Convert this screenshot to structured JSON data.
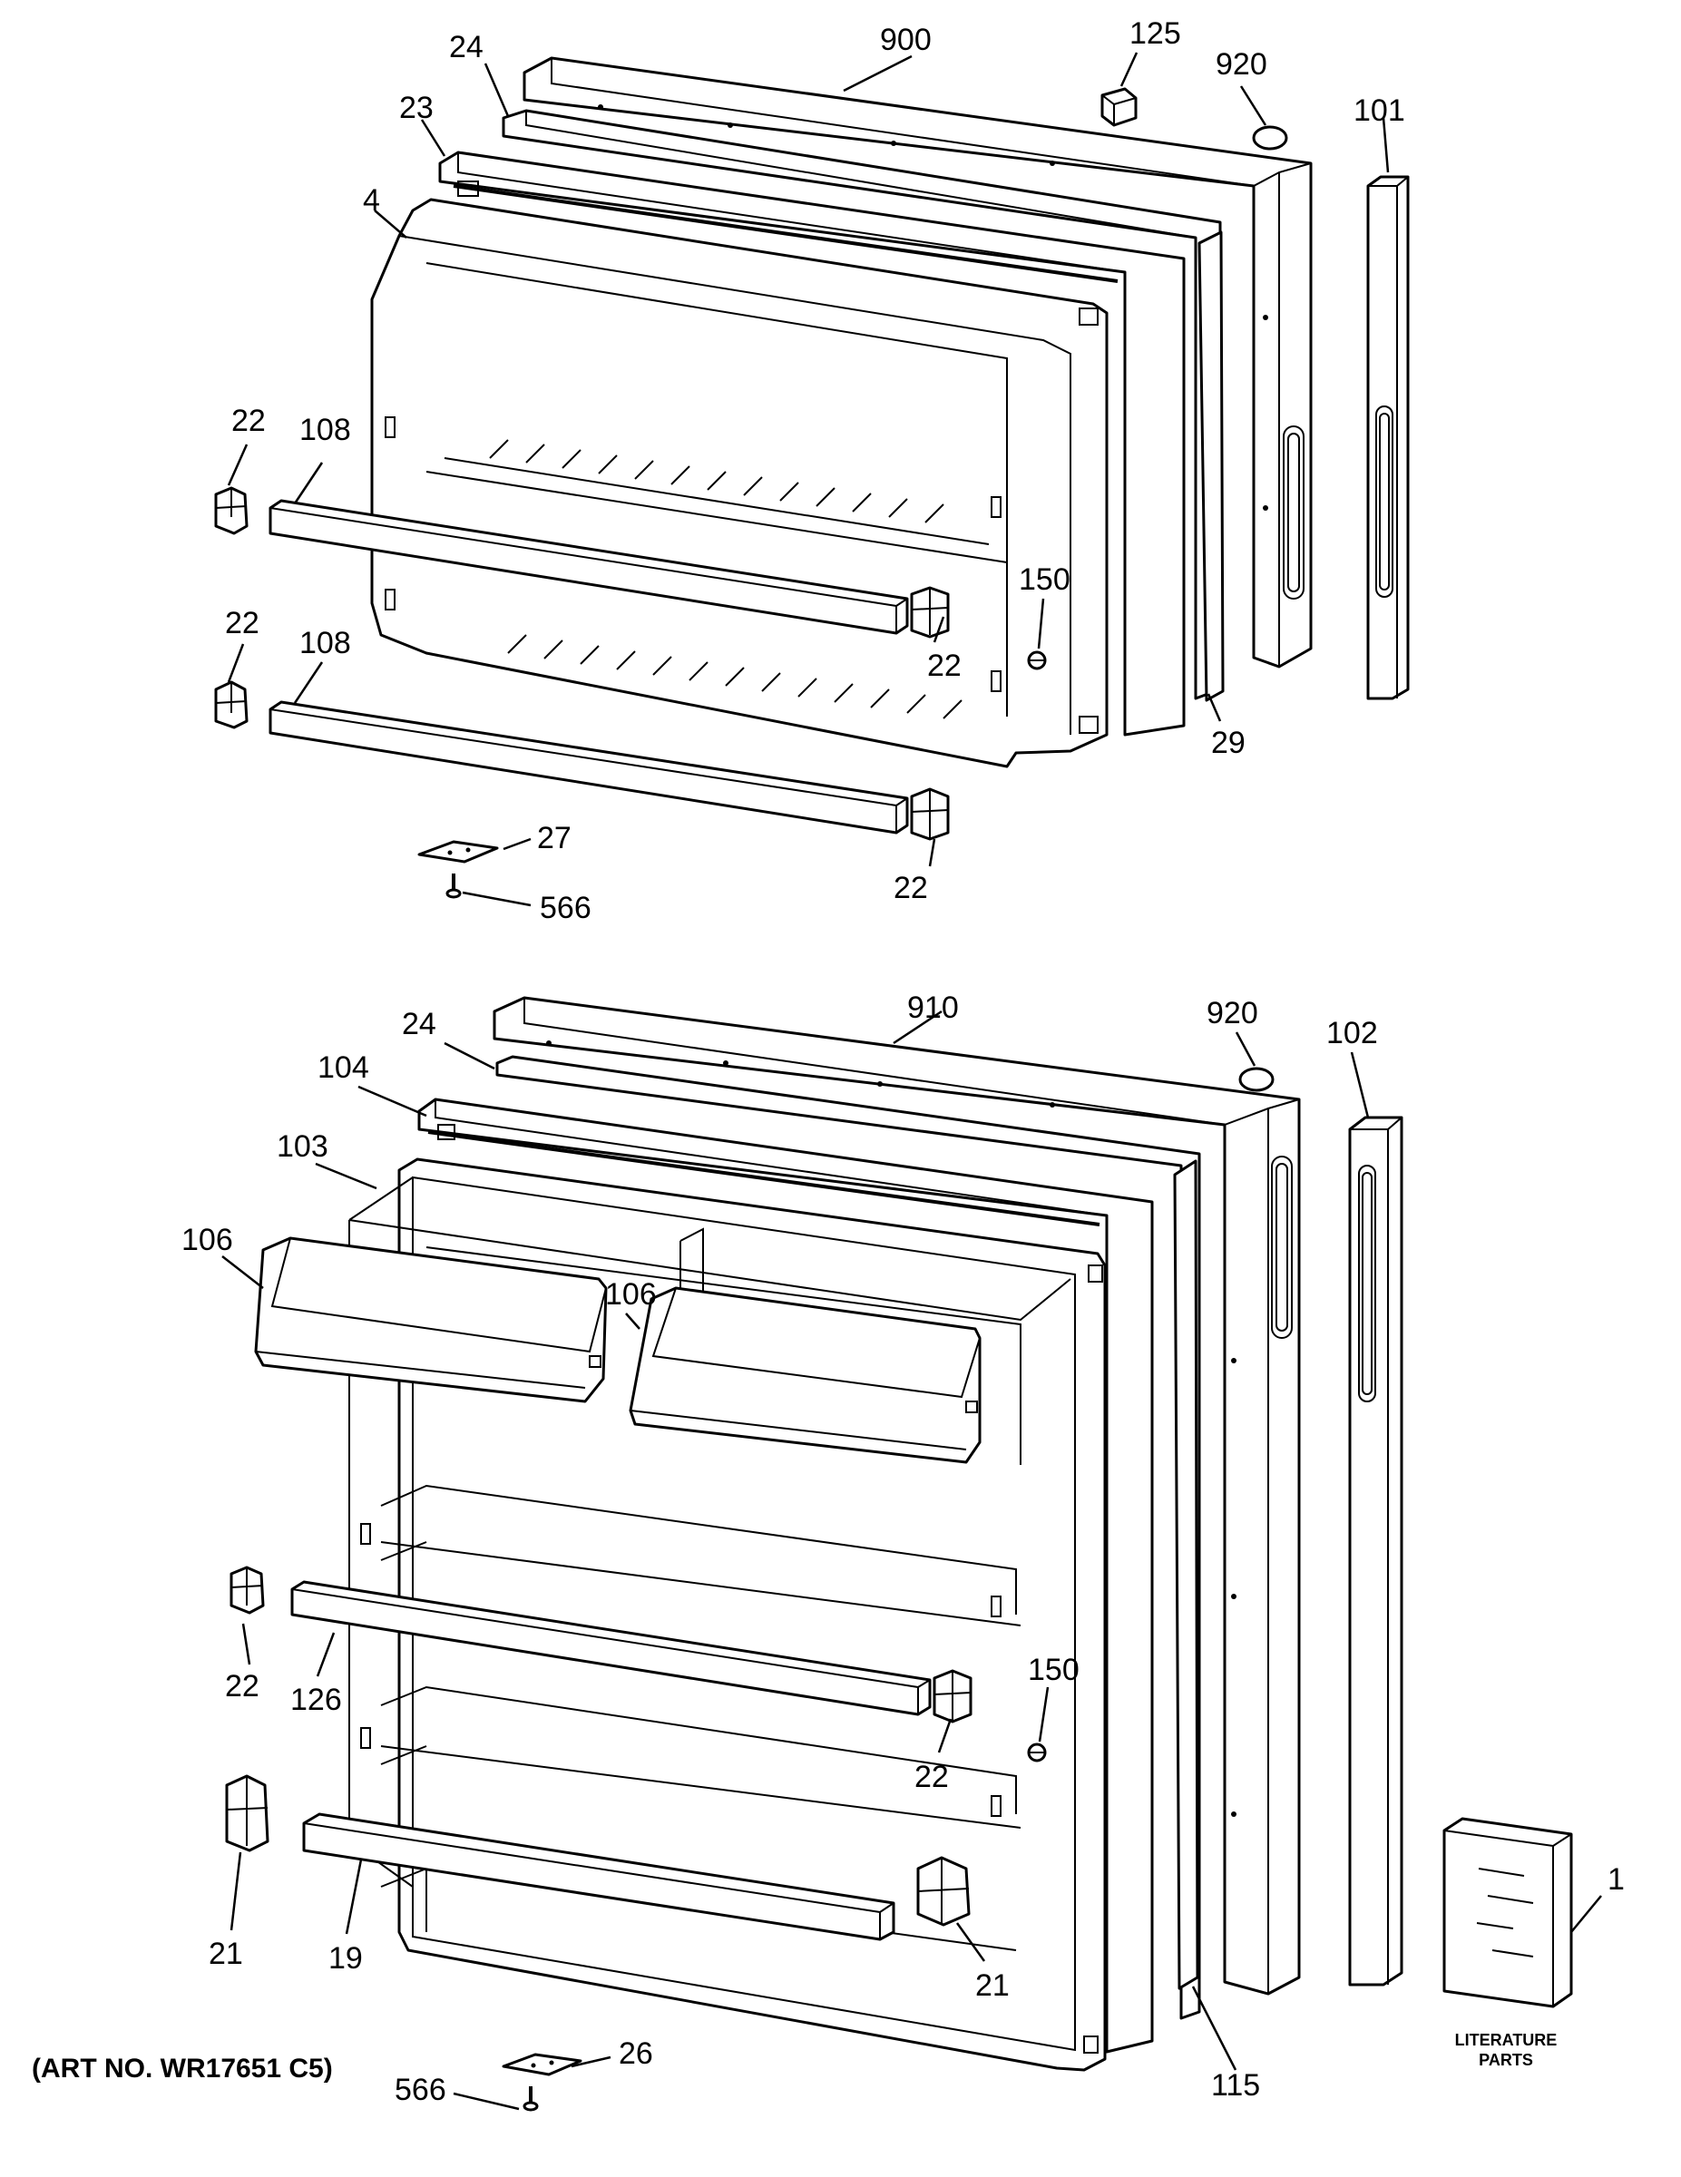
{
  "callouts": {
    "top": [
      "900",
      "125",
      "920",
      "24",
      "23",
      "4",
      "101",
      "22",
      "108",
      "150",
      "22",
      "22",
      "108",
      "29",
      "27",
      "22",
      "566"
    ],
    "bottom": [
      "910",
      "920",
      "24",
      "102",
      "104",
      "103",
      "106",
      "106",
      "22",
      "126",
      "150",
      "22",
      "21",
      "19",
      "21",
      "1",
      "26",
      "566",
      "115"
    ]
  },
  "art_number": "(ART NO. WR17651 C5)",
  "literature_label_line1": "LITERATURE",
  "literature_label_line2": "PARTS"
}
